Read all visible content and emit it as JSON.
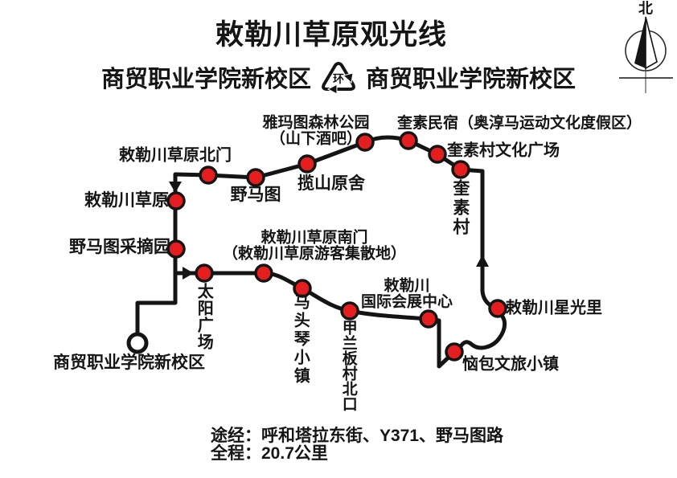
{
  "title": "敕勒川草原观光线",
  "subtitle": {
    "from": "商贸职业学院新校区",
    "loop_symbol": "环",
    "to": "商贸职业学院新校区"
  },
  "compass": {
    "north": "北"
  },
  "colors": {
    "stop_fill": "#e41e1e",
    "line": "#141414",
    "background": "#ffffff"
  },
  "route": {
    "terminus": "商贸职业学院新校区",
    "stops": {
      "north_gate": "敕勒川草原北门",
      "yematu": "野马图",
      "lanshan_yuanshe": "揽山原舍",
      "yamatu_park_line1": "雅玛图森林公园",
      "yamatu_park_line2": "（山下酒吧）",
      "kuisu_minsu": "奎素民宿（奥淳马运动文化度假区）",
      "kuisu_culture_plaza": "奎素村文化广场",
      "kuisu_village": "奎素村",
      "chilechuan_grassland": "敕勒川草原",
      "yematu_orchard": "野马图采摘园",
      "sun_plaza": "太阳广场",
      "south_gate_line1": "敕勒川草原南门",
      "south_gate_line2": "（敕勒川草原游客集散地）",
      "matouqin_town": "马头琴小镇",
      "jialanban_north": "甲兰板村北口",
      "convention_line1": "敕勒川",
      "convention_line2": "国际会展中心",
      "naobao_town": "恼包文旅小镇",
      "starlight": "敕勒川星光里"
    }
  },
  "notes": {
    "via": "途经：呼和塔拉东街、Y371、野马图路",
    "distance": "全程：20.7公里"
  }
}
